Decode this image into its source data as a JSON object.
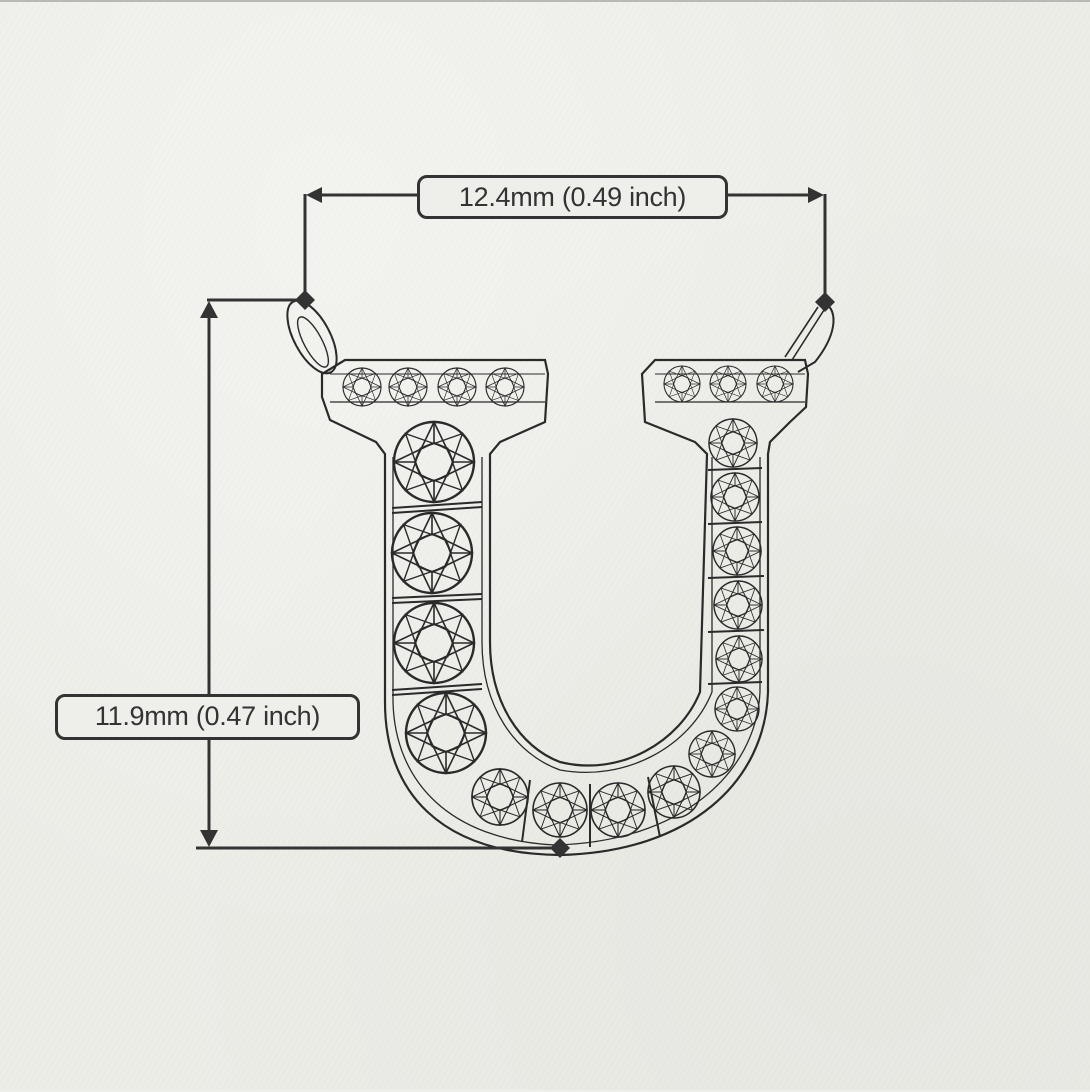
{
  "drawing": {
    "subject": "Letter U pendant, pavé-set round stones, technical line drawing",
    "letter": "U",
    "colors": {
      "background": "#edede8",
      "ink": "#333333",
      "line": "#2a2a2a"
    }
  },
  "dimensions": {
    "width": {
      "label": "12.4mm (0.49 inch)",
      "value_mm": 12.4,
      "value_inch": 0.49,
      "orientation": "horizontal"
    },
    "height": {
      "label": "11.9mm (0.47 inch)",
      "value_mm": 11.9,
      "value_inch": 0.47,
      "orientation": "vertical"
    }
  }
}
